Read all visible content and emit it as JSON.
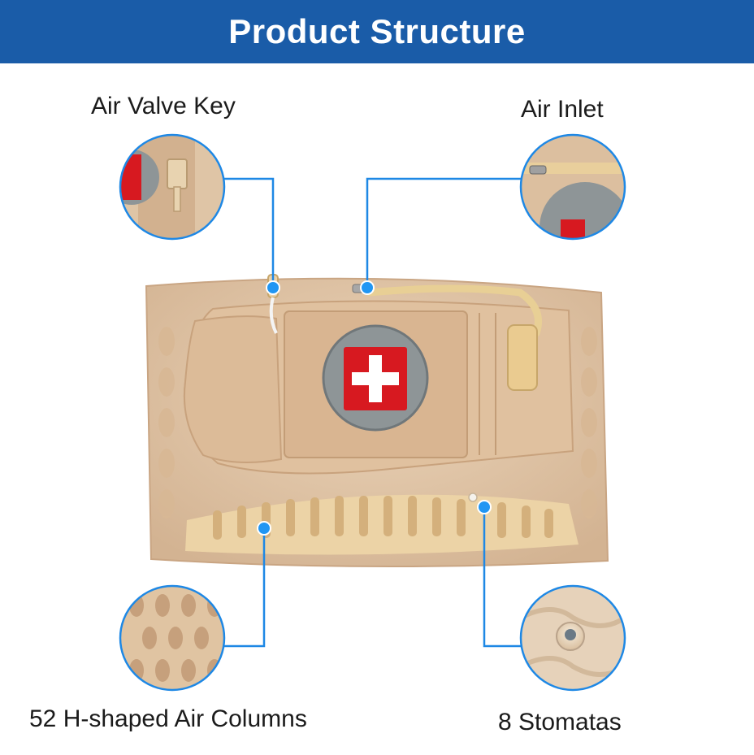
{
  "banner": {
    "title": "Product Structure",
    "color": "#1a5ca8"
  },
  "callouts": [
    {
      "label": "Air Valve Key",
      "icon": "air-valve-key-closeup"
    },
    {
      "label": "Air Inlet",
      "icon": "air-inlet-closeup"
    },
    {
      "label": "52 H-shaped Air Columns",
      "icon": "air-columns-closeup"
    },
    {
      "label": "8 Stomatas",
      "icon": "stomata-closeup"
    }
  ],
  "colors": {
    "leader_line": "#1e88e5",
    "dot": "#2196f3",
    "belt": "#e2c7a8",
    "belt_dark": "#c9a583",
    "cross_red": "#d71920",
    "badge_grey": "#8e9597"
  }
}
